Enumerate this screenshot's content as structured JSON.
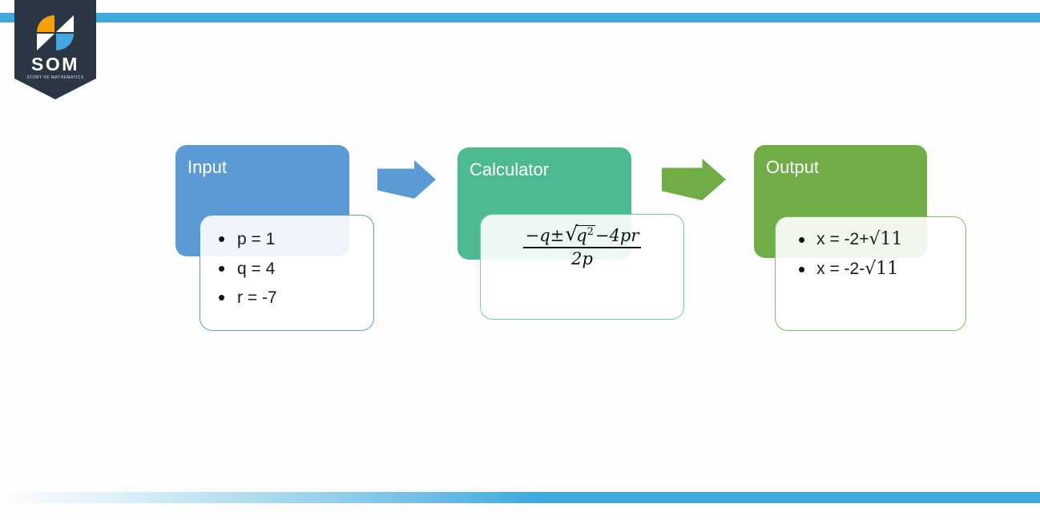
{
  "page": {
    "background": "#fefefe"
  },
  "top_bar": {
    "color": "#3fa9dc"
  },
  "bottom_bar": {
    "color": "#3fa9dc",
    "style": "gradient-white-to-blue-left-to-right"
  },
  "logo": {
    "text": "SOM",
    "tagline": "STORY OF MATHEMATICS",
    "banner_color": "#2b3645",
    "icon_orange": "#f2a104",
    "icon_blue": "#45a7e2"
  },
  "flow": {
    "input": {
      "title": "Input",
      "header_color": "#5b9bd5",
      "border_color": "#5b9bd5",
      "items": [
        "p = 1",
        "q = 4",
        "r = -7"
      ]
    },
    "calculator": {
      "title": "Calculator",
      "header_color": "#4dbb90",
      "border_color": "#6fcfa8",
      "formula": {
        "numerator_prefix": "−q±",
        "sqrt_sign": "√",
        "radicand_base": "q",
        "radicand_exponent": "2",
        "numerator_suffix": "−4pr",
        "denominator": "2p"
      }
    },
    "output": {
      "title": "Output",
      "header_color": "#70ad47",
      "border_color": "#84ba66",
      "items": [
        {
          "prefix": "x = -2+",
          "radical": "√11"
        },
        {
          "prefix": "x = -2-",
          "radical": "√11"
        }
      ]
    },
    "arrows": {
      "input_to_calculator_color": "#5b9bd5",
      "calculator_to_output_color": "#70ad47"
    }
  }
}
